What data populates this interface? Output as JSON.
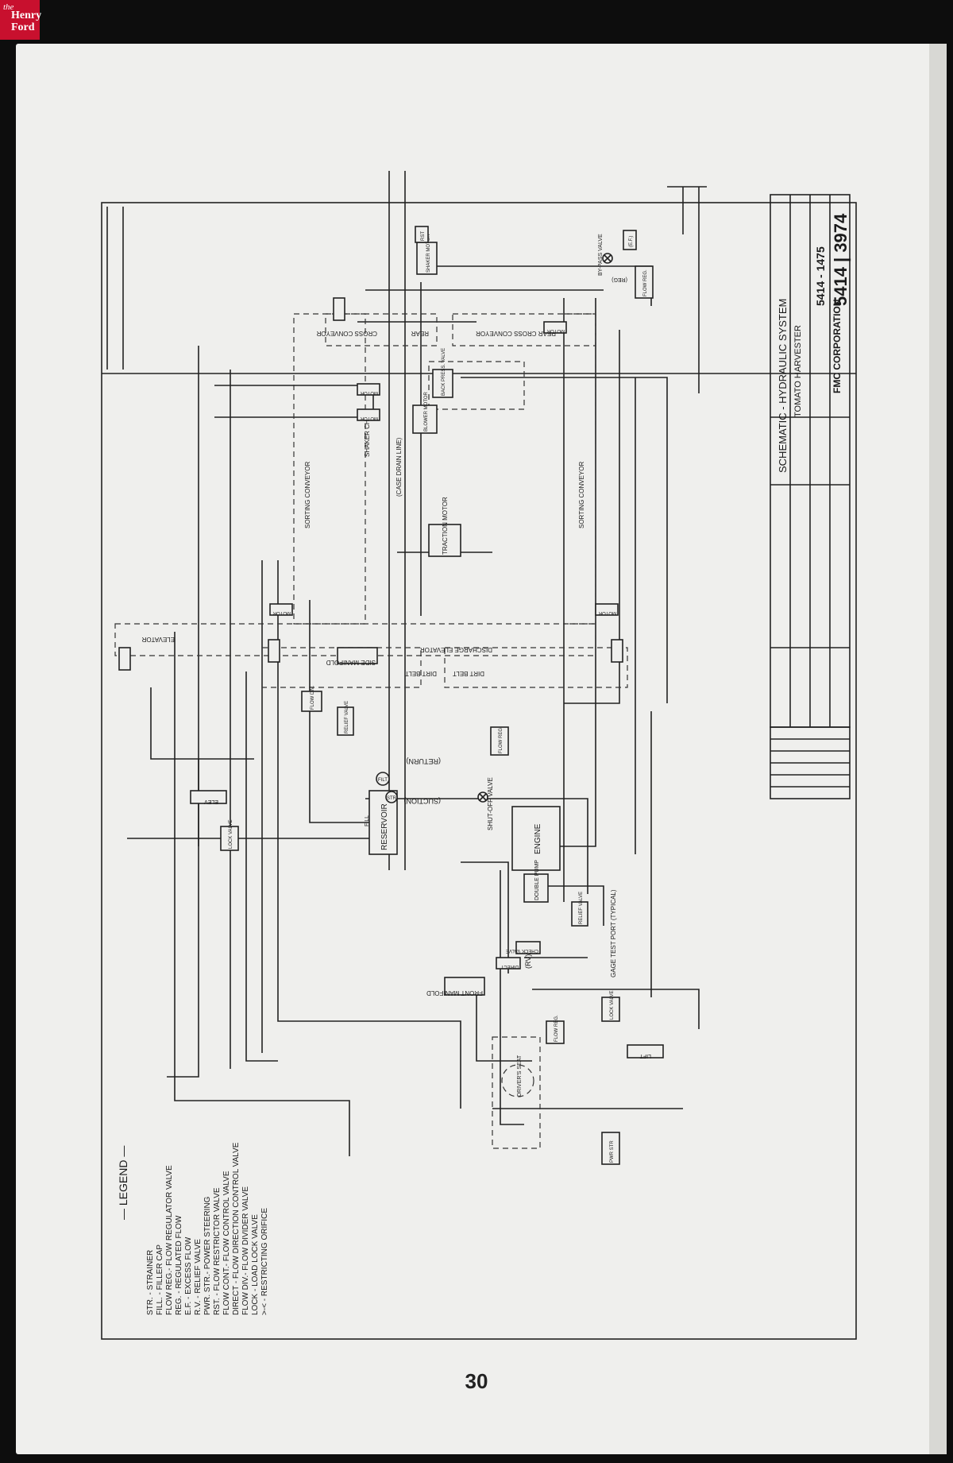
{
  "logo": {
    "line1": "the",
    "line2": "Henry",
    "line3": "Ford"
  },
  "page_number": "30",
  "legend": {
    "title": "— LEGEND —",
    "entries": [
      "STR.   -   STRAINER",
      "FILL.  -   FILLER CAP",
      "FLOW REG.- FLOW REGULATOR VALVE",
      "REG.   -   REGULATED FLOW",
      "E.F.   -   EXCESS FLOW",
      "R.V.   -   RELIEF VALVE",
      "PWR. STR.- POWER STEERING",
      "RST.   -   FLOW RESTRICTOR VALVE",
      "FLOW CONT.- FLOW CONTROL VALVE",
      "DIRECT  -  FLOW DIRECTION CONTROL VALVE",
      "FLOW DIV.- FLOW DIVIDER VALVE",
      "LOCK   -   LOAD LOCK VALVE",
      ">-<    -   RESTRICTING ORIFICE"
    ]
  },
  "title_block": {
    "title": "SCHEMATIC - HYDRAULIC SYSTEM",
    "subtitle": "TOMATO HARVESTER",
    "company": "FMC CORPORATION",
    "ref": "5414 - 1475",
    "drawing_number": "5414 | 3974"
  },
  "components": {
    "reservoir": "RESERVOIR",
    "engine": "ENGINE",
    "double_pump": "DOUBLE PUMP",
    "shut_off_valve": "SHUT-OFF VALVE",
    "suction": "(SUCTION)",
    "return": "(RETURN)",
    "front_manifold": "FRONT MANIFOLD",
    "side_manifold": "SIDE MANIFOLD",
    "traction_motor": "TRACTION MOTOR",
    "shaker_chain": "SHAKER CHAIN",
    "case_drain_line": "(CASE DRAIN LINE)",
    "sorting_conveyor_top": "SORTING CONVEYOR",
    "sorting_conveyor_bottom": "SORTING CONVEYOR",
    "elevator": "ELEVATOR",
    "discharge_elevator": "DISCHARGE ELEVATOR",
    "dirt_belt_1": "DIRT BELT",
    "dirt_belt_2": "DIRT BELT",
    "cross_conveyor": "CROSS CONVEYOR",
    "rear": "REAR",
    "rear_cross_conveyor": "REAR CROSS CONVEYOR",
    "shaker_motor": "SHAKER MOTOR",
    "blower_motor": "BLOWER MOTOR",
    "back_press_valve": "BACK PRESS. VALVE",
    "by_pass_valve": "BY-PASS VALVE",
    "flow_reg": "FLOW REG.",
    "reg": "(REG)",
    "ef": "(E.F.)",
    "rv": "(RV)",
    "relief_valve": "RELIEF VALVE",
    "check_valve": "CHECK VALVE",
    "direct": "DIRECT",
    "lock_valve": "LOCK VALVE",
    "lift": "LIFT",
    "elev": "ELEV",
    "drivers_seat": "DRIVER'S SEAT",
    "pwr_str": "PWR STR",
    "gage_test_port": "GAGE TEST PORT (TYPICAL)",
    "motor": "MOTOR",
    "flow_div": "FLOW DIV.",
    "str": "STR",
    "fill": "FILL",
    "filt": "FILT",
    "rst": "RST"
  }
}
